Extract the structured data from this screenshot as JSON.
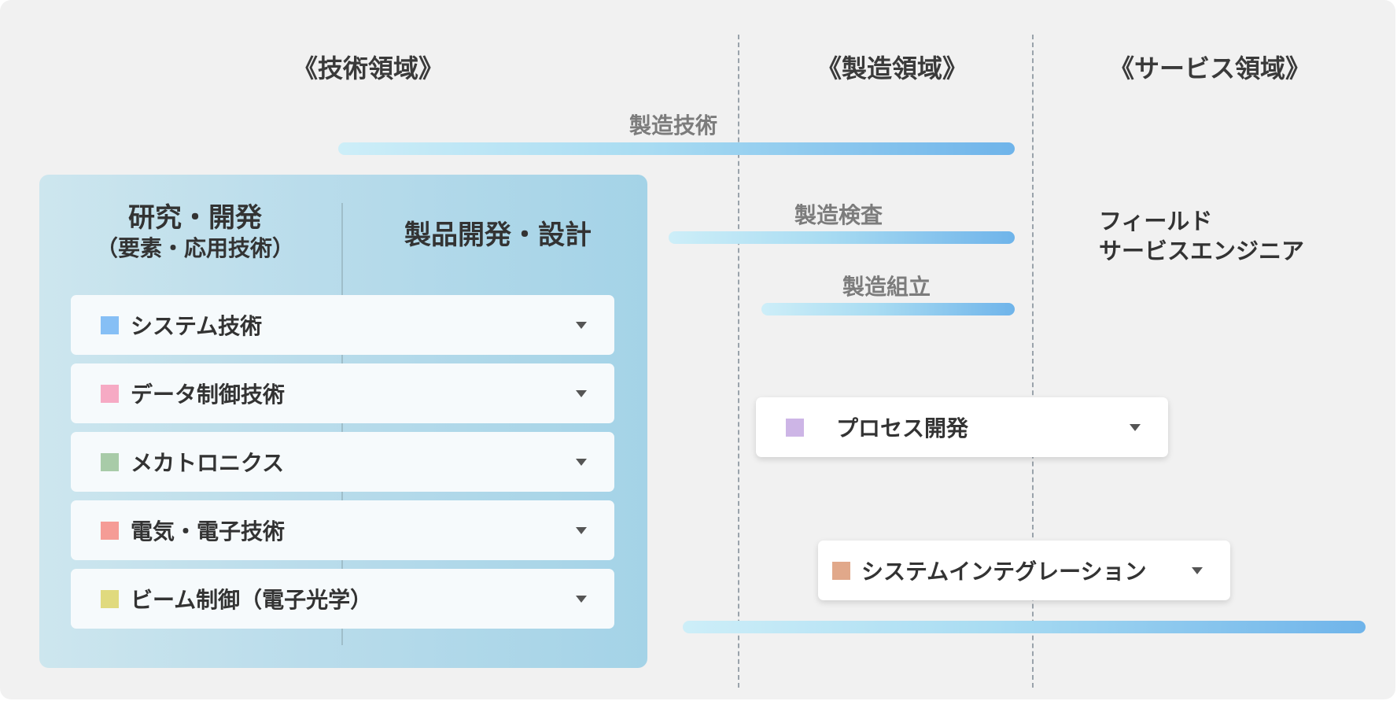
{
  "domains": [
    {
      "title": "《技術領域》"
    },
    {
      "title": "《製造領域》"
    },
    {
      "title": "《サービス領域》"
    }
  ],
  "bars": [
    {
      "label": "製造技術"
    },
    {
      "label": "製造検査"
    },
    {
      "label": "製造組立"
    },
    {
      "label": ""
    }
  ],
  "panel": {
    "research_title": "研究・開発",
    "research_subtitle": "（要素・応用技術）",
    "product_title": "製品開発・設計",
    "items": [
      {
        "label": "システム技術",
        "color": "#86bff5"
      },
      {
        "label": "データ制御技術",
        "color": "#f6aac4"
      },
      {
        "label": "メカトロニクス",
        "color": "#a8cba8"
      },
      {
        "label": "電気・電子技術",
        "color": "#f59c96"
      },
      {
        "label": "ビーム制御（電子光学）",
        "color": "#e0da7e"
      }
    ]
  },
  "process": {
    "label": "プロセス開発",
    "color": "#cdb5e6"
  },
  "integration": {
    "label": "システムインテグレーション",
    "color": "#e1a88a"
  },
  "service": {
    "line1": "フィールド",
    "line2": "サービスエンジニア"
  },
  "icons": {
    "dropdown": "caret-down-icon"
  }
}
